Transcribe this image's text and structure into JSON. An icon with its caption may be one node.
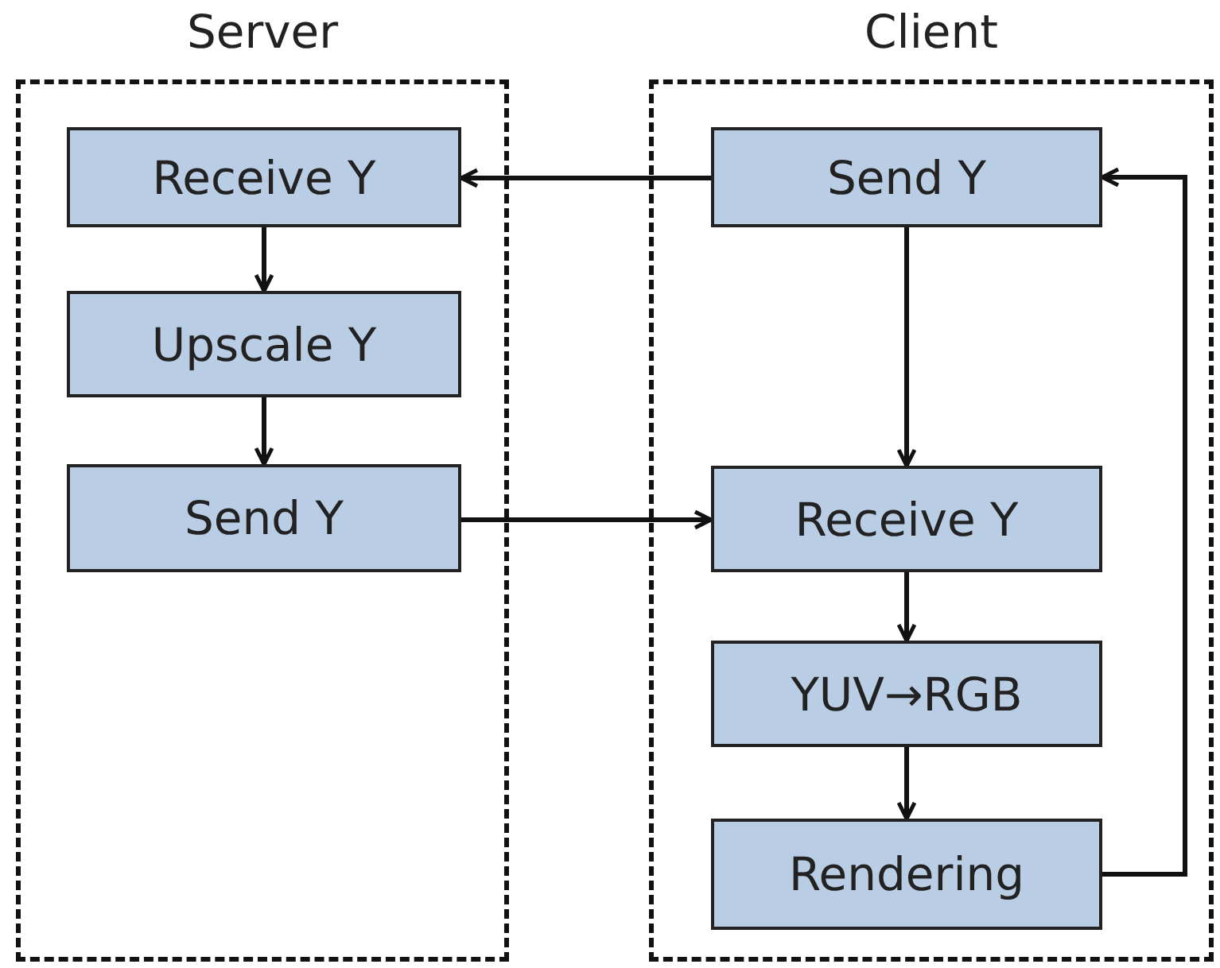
{
  "diagram": {
    "nodes": [
      {
        "text": [
          "Server"
        ]
      },
      {
        "text": [
          "Receive Y"
        ],
        "in": 0
      },
      {
        "text": [
          "Upscale Y"
        ],
        "in": 0
      },
      {
        "text": [
          "Send Y"
        ],
        "in": 0
      },
      {
        "text": [
          "Client"
        ]
      },
      {
        "text": [
          "Send Y"
        ],
        "in": 4
      },
      {
        "text": [
          "Receive Y"
        ],
        "in": 4
      },
      {
        "text": [
          "YUV→RGB"
        ],
        "in": 4
      },
      {
        "text": [
          "Rendering"
        ],
        "in": 4
      }
    ],
    "edges": [
      {
        "from": 5,
        "to": 1,
        "arrow": "to"
      },
      {
        "from": 1,
        "to": 2,
        "arrow": "to"
      },
      {
        "from": 2,
        "to": 3,
        "arrow": "to"
      },
      {
        "from": 3,
        "to": 6,
        "arrow": "to"
      },
      {
        "from": 5,
        "to": 6,
        "arrow": "to"
      },
      {
        "from": 6,
        "to": 7,
        "arrow": "to"
      },
      {
        "from": 7,
        "to": 8,
        "arrow": "to"
      },
      {
        "from": 8,
        "to": 5,
        "arrow": "to"
      }
    ]
  }
}
